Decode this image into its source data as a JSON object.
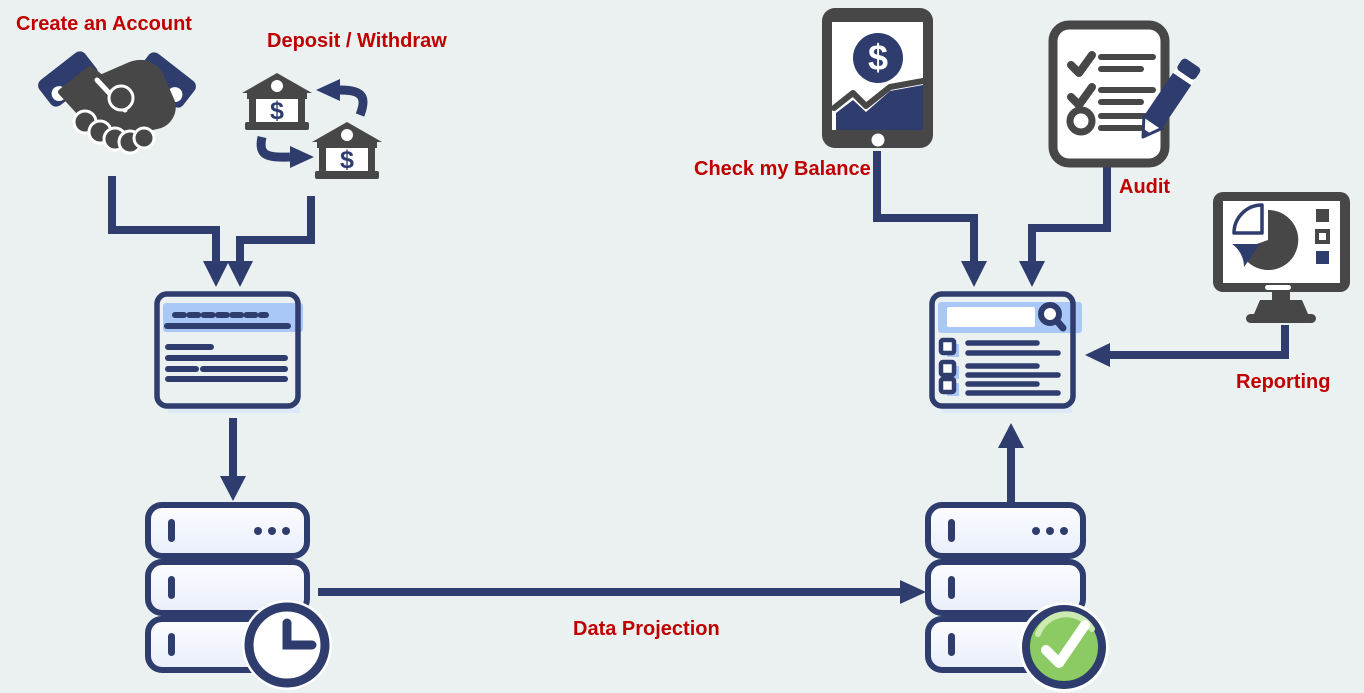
{
  "diagram": {
    "background": "#eaf1f0",
    "labels": {
      "create_account": "Create an Account",
      "deposit_withdraw": "Deposit / Withdraw",
      "data_projection": "Data Projection",
      "check_balance": "Check my Balance",
      "audit": "Audit",
      "reporting": "Reporting"
    },
    "glyphs": {
      "dollar": "$"
    },
    "colors": {
      "navy": "#2e3c6e",
      "dark_gray": "#474747",
      "light_blue": "#a9c8f7",
      "slab_fill": "#eef2fc",
      "label_red": "#c00000",
      "check_green": "#8ccb63",
      "check_green_light": "#cdeab1",
      "white": "#ffffff"
    },
    "icons": [
      "handshake-icon",
      "bank-transfer-icon",
      "browser-form-icon",
      "database-clock-icon",
      "database-check-icon",
      "browser-search-icon",
      "tablet-balance-icon",
      "audit-checklist-icon",
      "reporting-monitor-icon",
      "search-icon",
      "clock-icon",
      "checkmark-icon",
      "pencil-icon",
      "pie-chart-icon",
      "area-chart-icon",
      "dollar-icon"
    ]
  }
}
